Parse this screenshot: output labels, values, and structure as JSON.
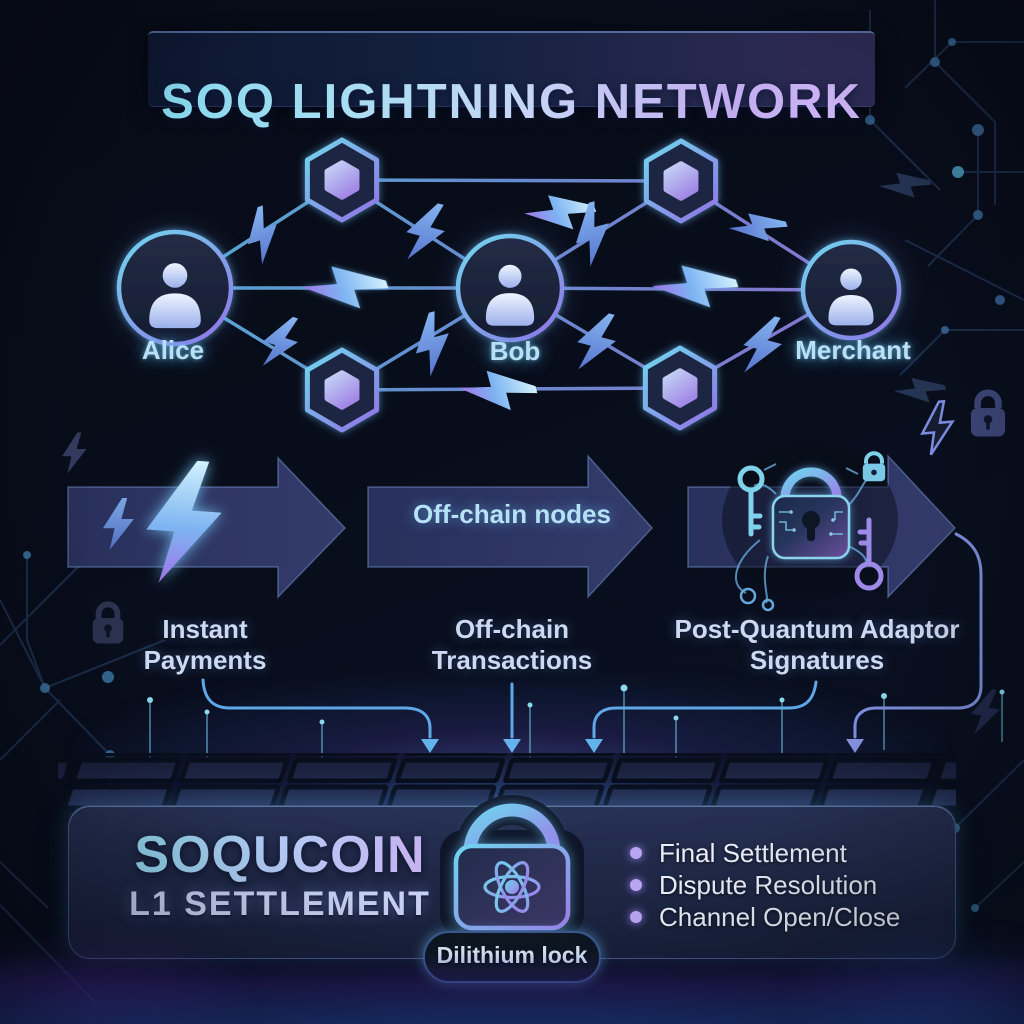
{
  "title": "SOQ LIGHTNING NETWORK",
  "network": {
    "nodes": [
      {
        "label": "Alice",
        "icon": "person-icon"
      },
      {
        "label": "Bob",
        "icon": "person-icon"
      },
      {
        "label": "Merchant",
        "icon": "person-icon"
      }
    ],
    "relay_node_icon": "hexagon-node-icon",
    "relay_node_count": 4,
    "channel_icon": "lightning-bolt-icon"
  },
  "flow_steps": [
    {
      "label": "Instant Payments",
      "icon": "lightning-bolt-icon"
    },
    {
      "label": "Off-chain Transactions",
      "arrow_text": "Off-chain nodes"
    },
    {
      "label": "Post-Quantum Adaptor Signatures",
      "icon": "padlock-keys-icon"
    }
  ],
  "settlement": {
    "title_line1": "SOQUCOIN",
    "title_line2": "L1 SETTLEMENT",
    "lock_label": "Dilithium lock",
    "lock_icon": "atom-padlock-icon",
    "features": [
      "Final Settlement",
      "Dispute Resolution",
      "Channel Open/Close"
    ]
  },
  "colors": {
    "background": "#070c18",
    "accent_cyan": "#7fd8f0",
    "accent_purple": "#a98ae8",
    "accent_blue": "#5a9ae0",
    "bullet": "#b9a6f2",
    "text_light": "#ccd9f2"
  }
}
